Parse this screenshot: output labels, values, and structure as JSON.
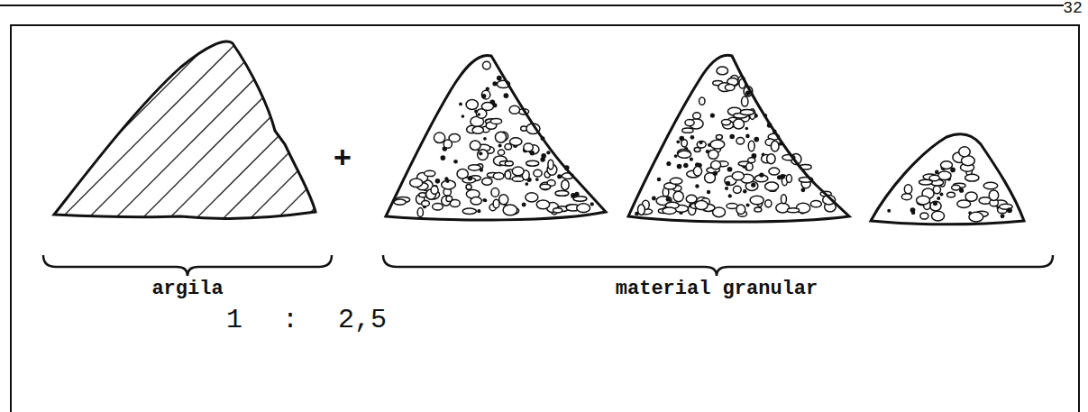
{
  "diagram": {
    "labels": [
      "32",
      "argila",
      "+",
      "material granular",
      "1 : 2,5"
    ]
  }
}
